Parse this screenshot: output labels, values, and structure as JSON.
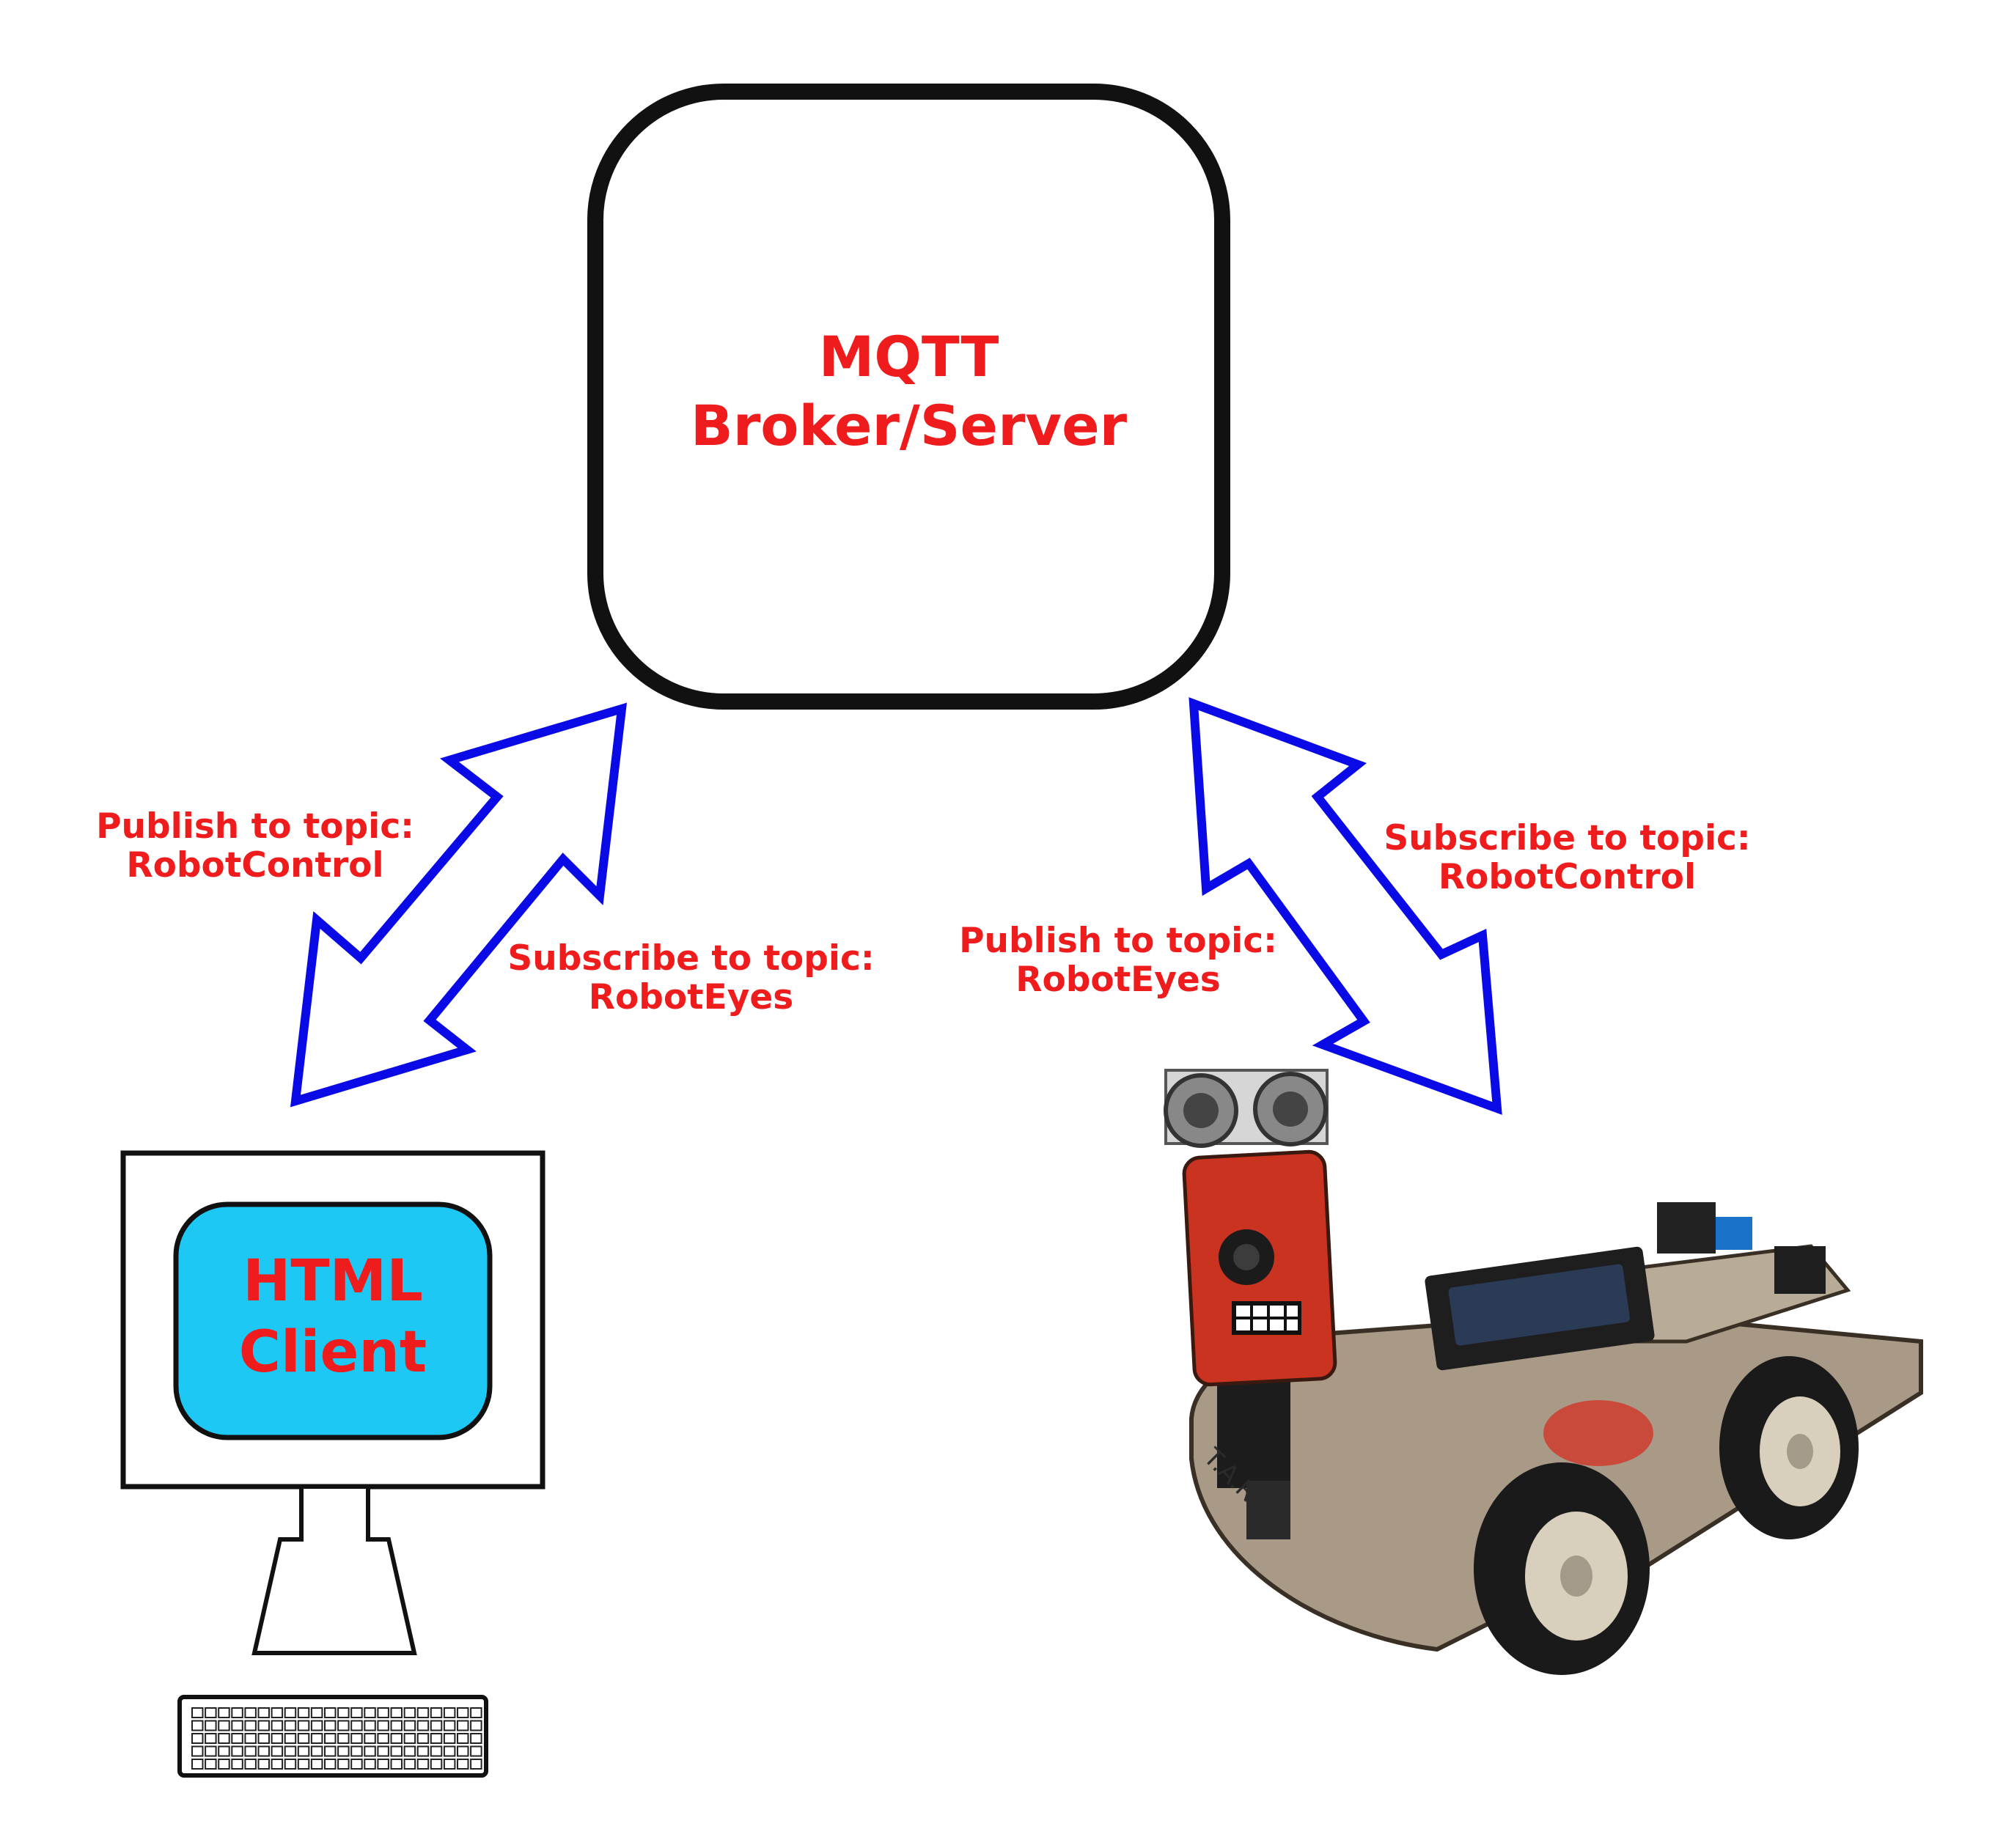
{
  "colors": {
    "text_red": "#ee1c1c",
    "arrow_blue": "#0a0ae6",
    "client_screen": "#1ec8f5",
    "outline": "#111111",
    "robot_plate": "#a89a86",
    "robot_head": "#c9331f"
  },
  "broker": {
    "line1": "MQTT",
    "line2": "Broker/Server"
  },
  "client": {
    "line1": "HTML",
    "line2": "Client"
  },
  "left_link": {
    "publish_line1": "Publish to topic:",
    "publish_line2": "RobotControl",
    "subscribe_line1": "Subscribe to topic:",
    "subscribe_line2": "RobotEyes"
  },
  "right_link": {
    "publish_line1": "Publish to topic:",
    "publish_line2": "RobotEyes",
    "subscribe_line1": "Subscribe to topic:",
    "subscribe_line2": "RobotControl"
  },
  "robot": {
    "plate_text": "T.A.R.A.S"
  }
}
